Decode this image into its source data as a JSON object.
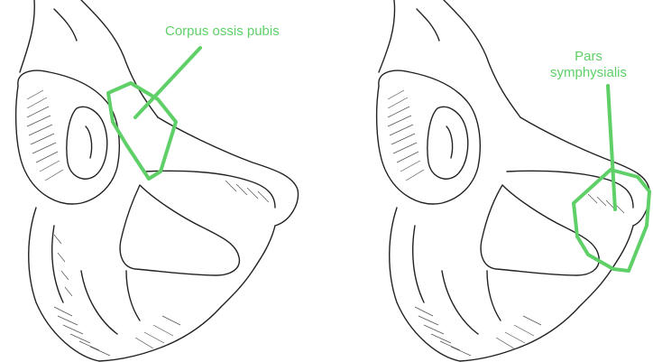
{
  "colors": {
    "highlight": "#5fd068",
    "ink": "#222222",
    "background": "#ffffff"
  },
  "panels": [
    {
      "label": "Corpus ossis pubis"
    },
    {
      "label_line1": "Pars",
      "label_line2": "symphysialis"
    }
  ]
}
